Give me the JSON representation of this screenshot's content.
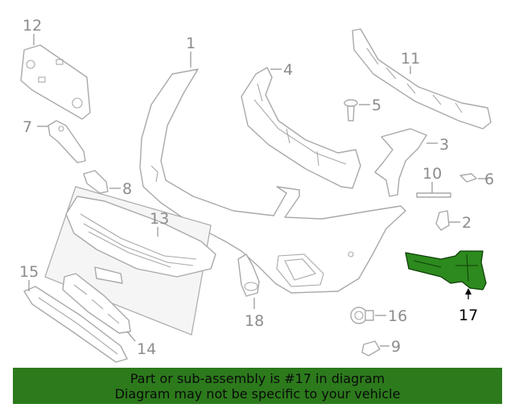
{
  "diagram": {
    "callouts": [
      {
        "id": "1",
        "label": "1"
      },
      {
        "id": "2",
        "label": "2"
      },
      {
        "id": "3",
        "label": "3"
      },
      {
        "id": "4",
        "label": "4"
      },
      {
        "id": "5",
        "label": "5"
      },
      {
        "id": "6",
        "label": "6"
      },
      {
        "id": "7",
        "label": "7"
      },
      {
        "id": "8",
        "label": "8"
      },
      {
        "id": "9",
        "label": "9"
      },
      {
        "id": "10",
        "label": "10"
      },
      {
        "id": "11",
        "label": "11"
      },
      {
        "id": "12",
        "label": "12"
      },
      {
        "id": "13",
        "label": "13"
      },
      {
        "id": "14",
        "label": "14"
      },
      {
        "id": "15",
        "label": "15"
      },
      {
        "id": "16",
        "label": "16"
      },
      {
        "id": "17",
        "label": "17"
      },
      {
        "id": "18",
        "label": "18"
      }
    ],
    "highlighted_part": "17",
    "highlight_color": "#2d8a1e"
  },
  "banner": {
    "line1": "Part or sub-assembly is #17 in diagram",
    "line2": "Diagram may not be specific to your vehicle",
    "color": "#2c7a1c"
  }
}
